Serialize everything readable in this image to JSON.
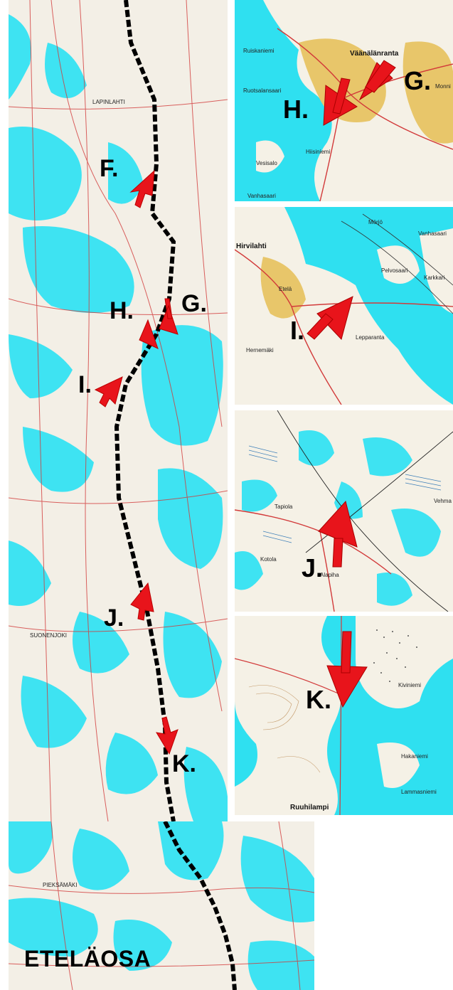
{
  "region_title": "ETELÄOSA",
  "colors": {
    "water": "#3ee3f2",
    "land": "#f3efe6",
    "route": "#000000",
    "arrow": "#e8141b",
    "roads": "#d23a3a",
    "settlement": "#e8c66a"
  },
  "main_map": {
    "place_names": [
      "LAPINLAHTI",
      "SUONENJOKI",
      "PIEKSÄMÄKI"
    ],
    "markers": [
      {
        "label": "F."
      },
      {
        "label": "G."
      },
      {
        "label": "H."
      },
      {
        "label": "I."
      },
      {
        "label": "J."
      },
      {
        "label": "K."
      }
    ]
  },
  "details": [
    {
      "markers": [
        "G.",
        "H."
      ],
      "place_names": [
        "Väänälänranta",
        "Ruiskaniemi",
        "Ruotsalansaari",
        "Vesisalo",
        "Vanhasaari",
        "Hiisiniemi",
        "Monni"
      ]
    },
    {
      "markers": [
        "I."
      ],
      "place_names": [
        "Hirvilahti",
        "Etelä",
        "Hernemäki",
        "Vanhasaari",
        "Pelvosaari",
        "Karkkari",
        "Mörjö",
        "Lepparanta"
      ]
    },
    {
      "markers": [
        "J."
      ],
      "place_names": [
        "Tapiola",
        "Alapiha",
        "Vehma",
        "Kotola"
      ]
    },
    {
      "markers": [
        "K."
      ],
      "place_names": [
        "Kiviniemi",
        "Ruuhilampi",
        "Lammasniemi",
        "Hakaniemi"
      ]
    }
  ]
}
